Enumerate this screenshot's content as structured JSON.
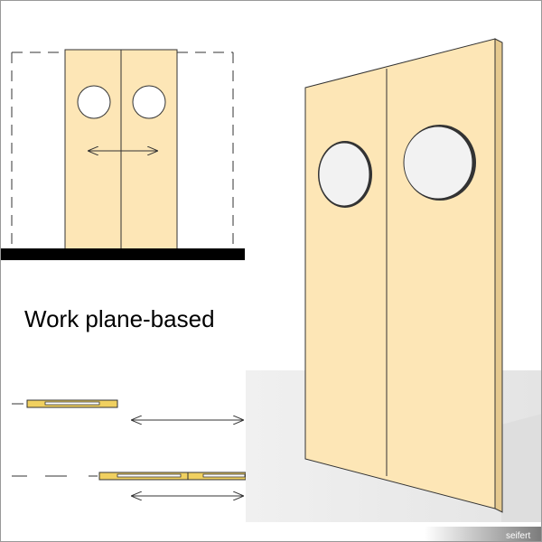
{
  "caption": "Work plane-based",
  "credit": "seifert",
  "colors": {
    "door_fill": "#FDE6B6",
    "door_stroke": "#333333",
    "glass": "#F2F2F2",
    "floor": "#000000",
    "ground_shadow": "#E9E9E9",
    "credit_bar": "#888888",
    "swatch_yellow": "#F0D060"
  },
  "icons": [
    "double-headed-arrow-icon",
    "dashed-reference-line"
  ]
}
